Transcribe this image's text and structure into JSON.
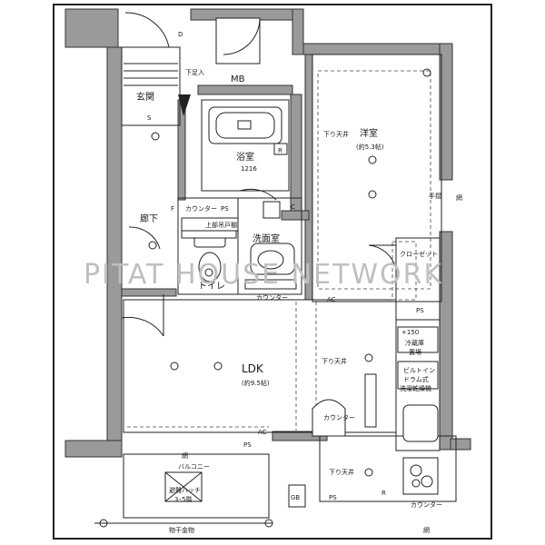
{
  "floor_plan": {
    "rooms": {
      "genkan": "玄関",
      "rouka": "廊下",
      "yokushitsu": "浴室",
      "yokushitsu_size": "1216",
      "senmenshitsu": "洗面室",
      "toilet": "トイレ",
      "youshitsu": "洋室",
      "youshitsu_size": "(約5.3帖)",
      "ldk": "LDK",
      "ldk_size": "(約9.5帖)",
      "balcony": "バルコニー"
    },
    "labels": {
      "mb": "MB",
      "ps_toilet": "PS",
      "ps_kitchen": "PS",
      "ps_balcony": "PS",
      "ps_bottom": "PS",
      "counter_toilet": "カウンター",
      "counter_wash": "カウンター",
      "counter_kitchen": "カウンター",
      "counter_ldk": "カウンター",
      "closet": "クローゼット",
      "shoes": "下足入",
      "sagari_youshitsu": "下り天井",
      "sagari_ldk": "下り天井",
      "sagari_kitchen": "下り天井",
      "tesuri": "手摺",
      "ami_right": "網",
      "ami_balcony": "網",
      "ami_bottom": "網",
      "tsuriage": "上部吊戸棚",
      "fridge_line1": "冷蔵庫",
      "fridge_line2": "置場",
      "builtin_line1": "ビルトイン",
      "builtin_line2": "ドラム式",
      "builtin_line3": "洗濯乾燥機",
      "dim_150": "+150",
      "hatch_line1": "避難ハッチ",
      "hatch_line2": "3･5階",
      "monohoshi": "物干金物",
      "r_bath": "R",
      "r_kitchen": "R",
      "c_wash": "C",
      "f_hall": "F",
      "s_genkan": "S",
      "d_door": "D",
      "ac_youshitsu": "AC",
      "ac_ldk": "AC",
      "gb": "GB",
      "watermark": "PITAT HOUSE NETWORK"
    }
  }
}
